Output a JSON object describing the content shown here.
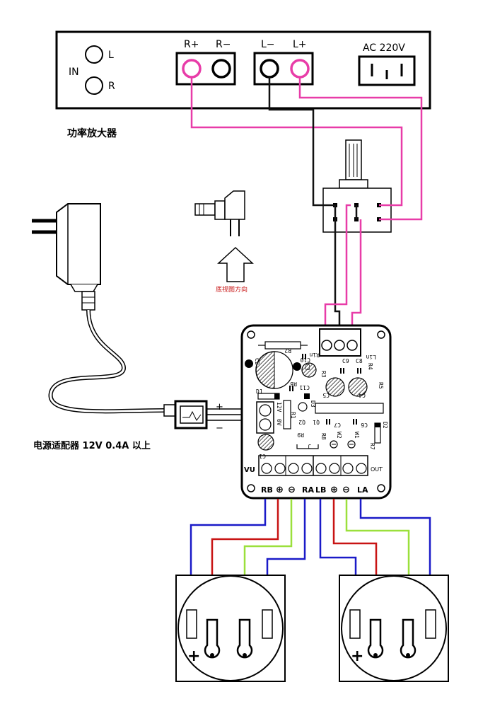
{
  "amplifier": {
    "caption": "功率放大器",
    "in_label": "IN",
    "in_l": "L",
    "in_r": "R",
    "r_plus": "R+",
    "r_minus": "R−",
    "l_minus": "L−",
    "l_plus": "L+",
    "ac_label": "AC 220V"
  },
  "bottom_view_label": "底视图方向",
  "adapter_label": "电源适配器 12V 0.4A 以上",
  "dc_plus": "+",
  "dc_minus": "−",
  "board": {
    "r2": "R2",
    "rin": "Rin",
    "lin": "Lin",
    "c2": "C2",
    "c10": "C10",
    "r3": "R3",
    "c3": "C3",
    "c9": "C9",
    "c8": "C8",
    "r4": "R4",
    "r6": "R6",
    "c11": "C11",
    "c5": "C5",
    "c4": "C4",
    "r5": "R5",
    "d1": "D1",
    "d3": "D3",
    "v12": "12V",
    "v0": "0V",
    "r1": "R1",
    "q2": "Q2",
    "q1": "Q1",
    "c7": "C7",
    "c6": "C6",
    "d2": "D2",
    "r9": "R9",
    "r8": "R8",
    "w2": "W2",
    "w1": "W1",
    "j": "J",
    "r7": "R7",
    "c1": "C1",
    "vu": "VU",
    "out": "OUT",
    "rb": "RB",
    "ra": "RA",
    "lb": "LB",
    "la": "LA",
    "plus_sym": "⊕",
    "minus_sym": "⊖"
  },
  "speaker_plus_left": "+",
  "speaker_plus_right": "+",
  "colors": {
    "pink": "#e83ca8",
    "blue": "#1a1ac8",
    "red": "#c81414",
    "green": "#9be03c",
    "black": "#111111"
  }
}
